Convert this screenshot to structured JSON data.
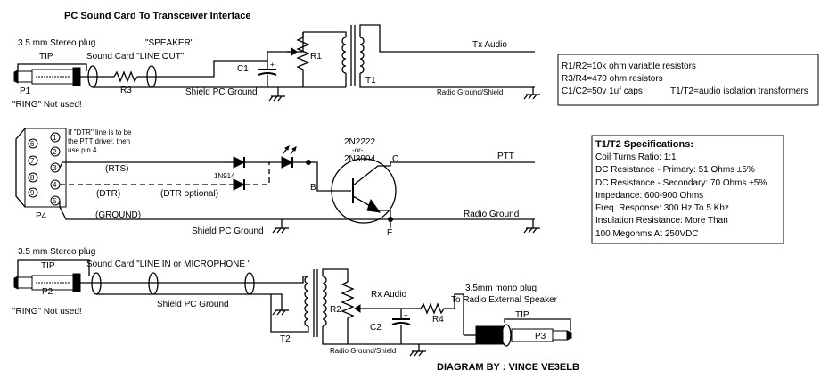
{
  "title": "PC Sound Card To Transceiver Interface",
  "credit": "DIAGRAM BY :  VINCE VE3ELB",
  "top": {
    "plug_label": "3.5 mm Stereo plug",
    "tip": "TIP",
    "speaker": "\"SPEAKER\"",
    "line_out": "Sound Card \"LINE OUT\"",
    "p1": "P1",
    "ring": "\"RING\" Not used!",
    "r3": "R3",
    "c1": "C1",
    "r1": "R1",
    "t1": "T1",
    "shield": "Shield  PC Ground",
    "tx_audio": "Tx Audio",
    "radio_ground": "Radio Ground/Shield"
  },
  "ptt": {
    "note": [
      "If \"DTR\" line is to be",
      "the PTT driver, then",
      "use pin 4"
    ],
    "pins": [
      "6",
      "7",
      "8",
      "9",
      "1",
      "2",
      "3",
      "4",
      "5"
    ],
    "p4": "P4",
    "rts": "(RTS)",
    "dtr": "(DTR)",
    "dtr_optional": "(DTR optional)",
    "ground": "(GROUND)",
    "diode": "1N914",
    "transistor": [
      "2N2222",
      "-or-",
      "2N3904"
    ],
    "c": "C",
    "b": "B",
    "e": "E",
    "ptt": "PTT",
    "radio_ground": "Radio Ground",
    "shield": "Shield  PC Ground"
  },
  "bottom": {
    "plug_label": "3.5 mm Stereo plug",
    "tip": "TIP",
    "line_in": "Sound Card \"LINE IN  or  MICROPHONE \"",
    "p2": "P2",
    "ring": "\"RING\" Not used!",
    "shield": "Shield  PC Ground",
    "t2": "T2",
    "r2": "R2",
    "rx_audio": "Rx Audio",
    "c2": "C2",
    "r4": "R4",
    "mono_plug": "3.5mm mono plug",
    "to_speaker": "To Radio External Speaker",
    "tip2": "TIP",
    "p3": "P3",
    "radio_ground": "Radio Ground/Shield"
  },
  "legend_components": [
    "R1/R2=10k ohm variable resistors",
    "R3/R4=470 ohm resistors",
    "C1/C2=50v 1uf caps",
    "T1/T2=audio isolation transformers"
  ],
  "specs": {
    "title": "T1/T2 Specifications:",
    "lines": [
      "Coil Turns Ratio: 1:1",
      "DC Resistance - Primary: 51 Ohms ±5%",
      "DC Resistance - Secondary: 70 Ohms ±5%",
      "Impedance: 600-900 Ohms",
      "Freq. Response: 300 Hz To 5 Khz",
      "Insulation Resistance: More Than",
      "100 Megohms At 250VDC"
    ]
  }
}
